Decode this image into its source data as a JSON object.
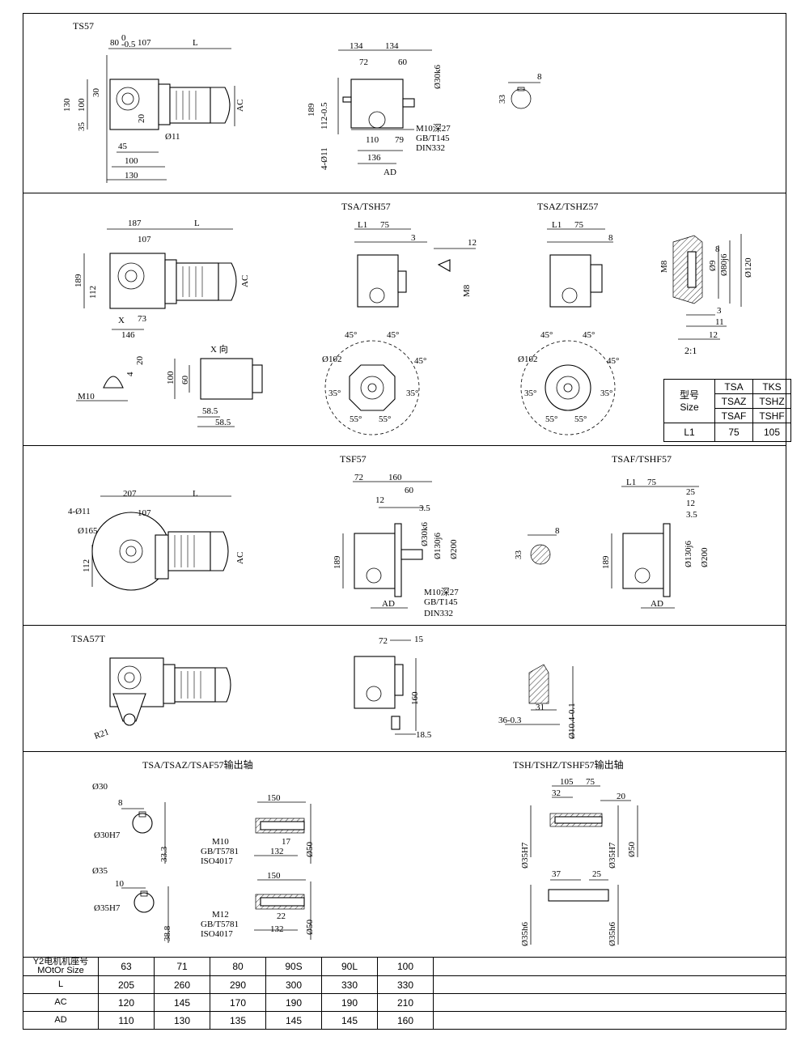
{
  "sections": {
    "ts57": {
      "title": "TS57",
      "dims_left": [
        "80",
        "0",
        "-0.5",
        "107",
        "L",
        "130",
        "100",
        "30",
        "35",
        "20",
        "Ø11",
        "45",
        "100",
        "130",
        "AC"
      ],
      "dims_mid": [
        "134",
        "134",
        "72",
        "60",
        "Ø30k6",
        "189",
        "112-0.5",
        "4-Ø11",
        "110",
        "79",
        "136",
        "AD",
        "M10深27",
        "GB/T145",
        "DIN332"
      ],
      "dims_key": [
        "8",
        "33"
      ]
    },
    "tsa57": {
      "dims_left": [
        "187",
        "107",
        "L",
        "189",
        "112",
        "X",
        "73",
        "146",
        "AC"
      ],
      "key_detail": [
        "20",
        "4",
        "M10"
      ],
      "x_view": {
        "title": "X 向",
        "dims": [
          "100",
          "60",
          "58.5",
          "58.5"
        ]
      },
      "tsa_tsh": {
        "title": "TSA/TSH57",
        "dims": [
          "L1",
          "75",
          "3",
          "12",
          "M8",
          "Ø102",
          "45°",
          "45°",
          "45°",
          "35°",
          "35°",
          "55°",
          "55°"
        ]
      },
      "tsaz_tshz": {
        "title": "TSAZ/TSHZ57",
        "dims": [
          "L1",
          "75",
          "8",
          "Ø102",
          "45°",
          "45°",
          "45°",
          "35°",
          "35°",
          "55°",
          "55°"
        ]
      },
      "flange_detail": {
        "dims": [
          "M8",
          "8",
          "Ø9",
          "Ø80j6",
          "Ø120",
          "3",
          "11",
          "12"
        ],
        "scale": "2:1"
      },
      "size_table": {
        "col1_head_a": "型号",
        "col1_head_b": "Size",
        "heads": [
          [
            "TSA",
            "TKS"
          ],
          [
            "TSAZ",
            "TSHZ"
          ],
          [
            "TSAF",
            "TSHF"
          ]
        ],
        "row_label": "L1",
        "row_values": [
          "75",
          "105"
        ]
      }
    },
    "tsf57": {
      "dims_left": [
        "4-Ø11",
        "207",
        "107",
        "L",
        "Ø165",
        "112",
        "AC"
      ],
      "tsf": {
        "title": "TSF57",
        "dims": [
          "72",
          "160",
          "60",
          "12",
          "3.5",
          "Ø30k6",
          "Ø130j6",
          "Ø200",
          "189",
          "AD",
          "M10深27",
          "GB/T145",
          "DIN332"
        ]
      },
      "key": [
        "8",
        "33"
      ],
      "tsaf": {
        "title": "TSAF/TSHF57",
        "dims": [
          "L1",
          "75",
          "25",
          "12",
          "3.5",
          "Ø130j6",
          "Ø200",
          "189",
          "AD"
        ]
      }
    },
    "tsa57t": {
      "title": "TSA57T",
      "dims_left": [
        "R21"
      ],
      "dims_mid": [
        "72",
        "15",
        "160",
        "18.5"
      ],
      "dims_right": [
        "31",
        "36-0.3",
        "Ø10.4-0.1"
      ]
    },
    "shafts": {
      "left_title": "TSA/TSAZ/TSAF57输出轴",
      "right_title": "TSH/TSHZ/TSHF57输出轴",
      "shaft30": {
        "label": "Ø30",
        "dims": [
          "8",
          "Ø30H7",
          "33.3"
        ]
      },
      "shaft35": {
        "label": "Ø35",
        "dims": [
          "10",
          "Ø35H7",
          "38.8"
        ]
      },
      "hollow1": {
        "dims": [
          "150",
          "M10",
          "GB/T5781",
          "ISO4017",
          "17",
          "132",
          "Ø50"
        ]
      },
      "hollow2": {
        "dims": [
          "150",
          "M12",
          "GB/T5781",
          "ISO4017",
          "22",
          "132",
          "Ø50"
        ]
      },
      "tsh_shaft": {
        "dims": [
          "105",
          "75",
          "32",
          "20",
          "Ø35H7",
          "Ø35H7",
          "Ø50",
          "37",
          "25",
          "Ø35h6",
          "Ø35h6"
        ]
      }
    }
  },
  "motor_table": {
    "header_label_a": "Y2电机机座号",
    "header_label_b": "MOtOr Size",
    "header_values": [
      "63",
      "71",
      "80",
      "90S",
      "90L",
      "100"
    ],
    "rows": [
      {
        "label": "L",
        "values": [
          "205",
          "260",
          "290",
          "300",
          "330",
          "330"
        ]
      },
      {
        "label": "AC",
        "values": [
          "120",
          "145",
          "170",
          "190",
          "190",
          "210"
        ]
      },
      {
        "label": "AD",
        "values": [
          "110",
          "130",
          "135",
          "145",
          "145",
          "160"
        ]
      }
    ]
  }
}
